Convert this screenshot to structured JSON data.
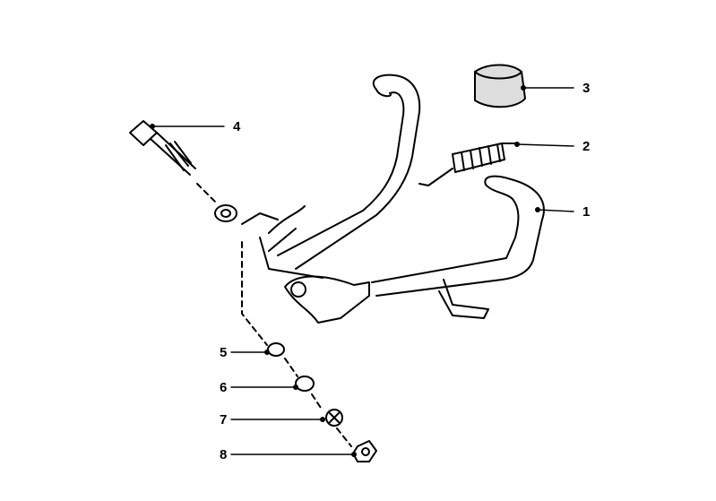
{
  "callouts": [
    {
      "number": "1",
      "part": "center-stand"
    },
    {
      "number": "2",
      "part": "return-spring"
    },
    {
      "number": "3",
      "part": "rubber-stop"
    },
    {
      "number": "4",
      "part": "pivot-bolt"
    },
    {
      "number": "5",
      "part": "bushing"
    },
    {
      "number": "6",
      "part": "washer"
    },
    {
      "number": "7",
      "part": "lock-washer"
    },
    {
      "number": "8",
      "part": "nut"
    }
  ],
  "colors": {
    "line": "#000000",
    "background": "#ffffff"
  }
}
